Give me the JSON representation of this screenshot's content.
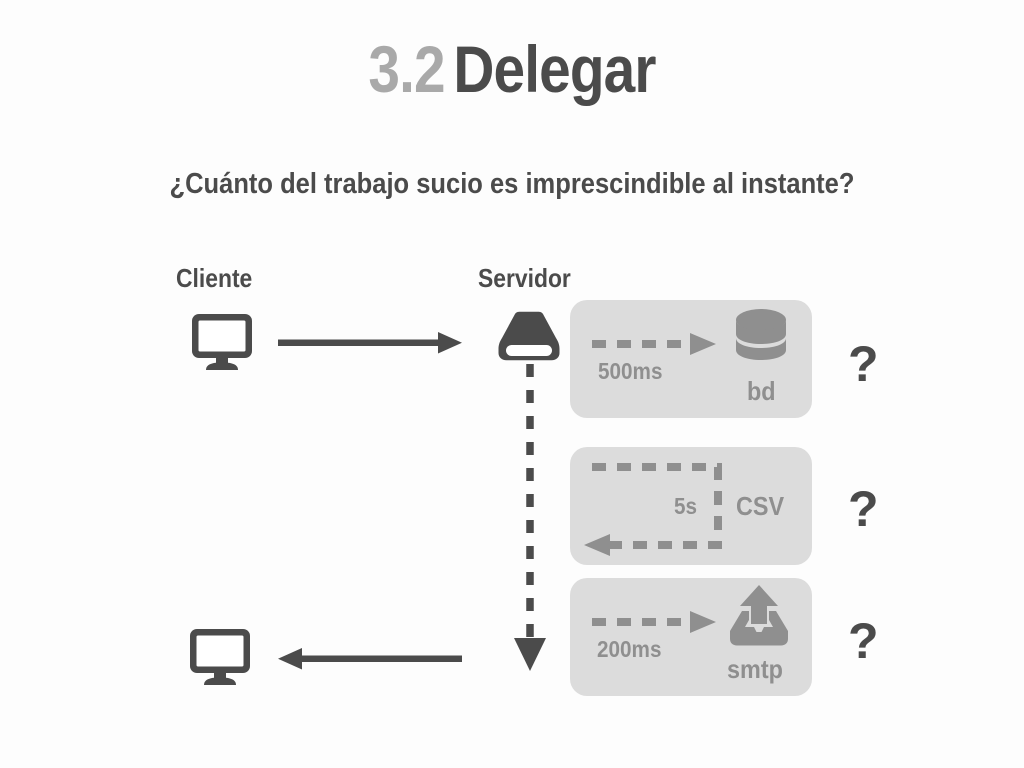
{
  "slide": {
    "background_color": "#fdfdfd",
    "title": {
      "number": "3.2",
      "number_color": "#a9a9a9",
      "text": "Delegar",
      "text_color": "#4b4b4b"
    },
    "subtitle": "¿Cuánto del trabajo sucio es imprescindible al instante?"
  },
  "diagram": {
    "colors": {
      "dark": "#4b4b4b",
      "mid_gray": "#8f8f8f",
      "card_bg": "#dcdcdc",
      "light_gray": "#a9a9a9"
    },
    "lanes": [
      {
        "label": "Cliente",
        "icon": "monitor-icon"
      },
      {
        "label": "Servidor",
        "icon": "server-icon"
      }
    ],
    "connectors": [
      {
        "name": "request-arrow",
        "direction": "right",
        "style": "solid"
      },
      {
        "name": "response-arrow",
        "direction": "left",
        "style": "solid"
      },
      {
        "name": "server-timeline-arrow",
        "direction": "down",
        "style": "dashed"
      }
    ],
    "tasks": [
      {
        "latency": "500ms",
        "service": "bd",
        "service_icon": "database-icon",
        "flow": "one-way",
        "question": "?"
      },
      {
        "latency": "5s",
        "service": "CSV",
        "service_icon": "none",
        "flow": "round-trip",
        "question": "?"
      },
      {
        "latency": "200ms",
        "service": "smtp",
        "service_icon": "upload-outbox-icon",
        "flow": "one-way",
        "question": "?"
      }
    ]
  }
}
